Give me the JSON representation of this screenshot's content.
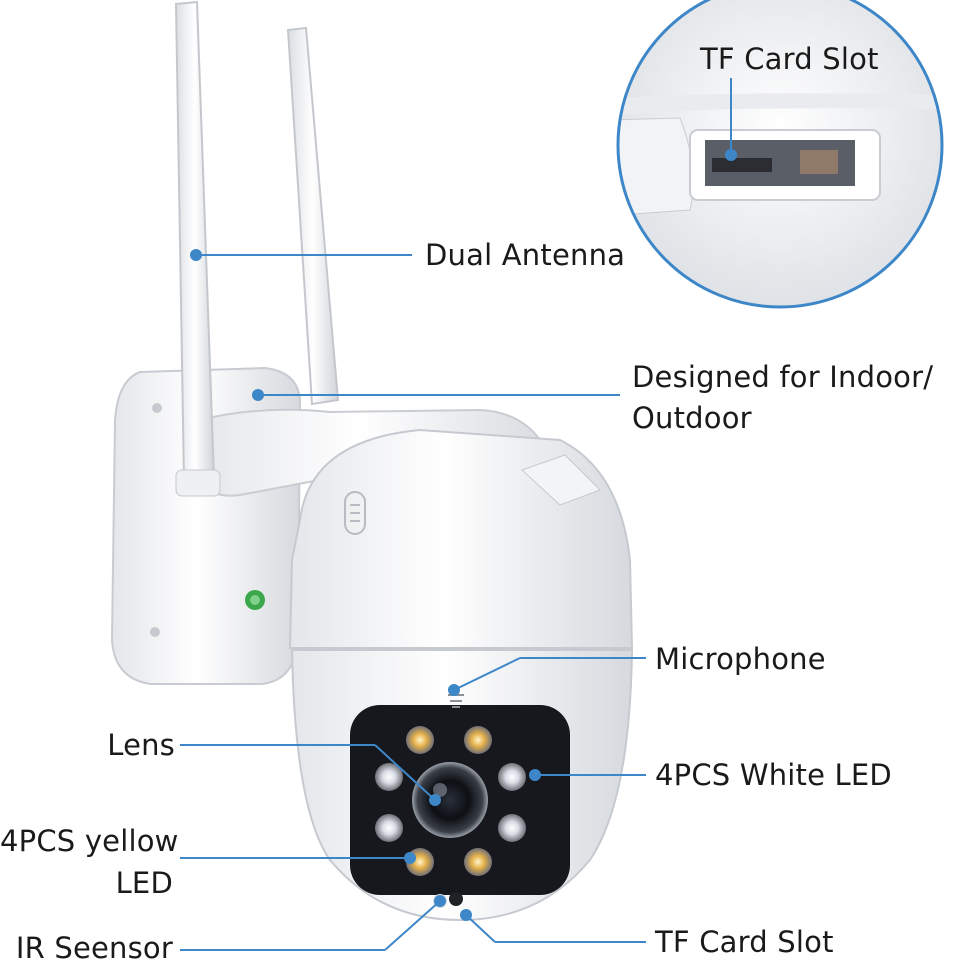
{
  "labels": {
    "tf_card_slot_top": "TF Card Slot",
    "dual_antenna": "Dual Antenna",
    "designed_line1": "Designed for Indoor/",
    "designed_line2": "Outdoor",
    "microphone": "Microphone",
    "lens": "Lens",
    "white_led": "4PCS White LED",
    "yellow_led_line1": "4PCS yellow",
    "yellow_led_line2": "LED",
    "ir_sensor": "IR Seensor",
    "tf_card_slot_bottom": "TF Card Slot"
  },
  "colors": {
    "callout": "#3d87c9",
    "label_text": "#1a1a1a",
    "led_yellow": "#e6b24a",
    "led_white": "#d9dde6",
    "indicator_green": "#3aa84a"
  }
}
